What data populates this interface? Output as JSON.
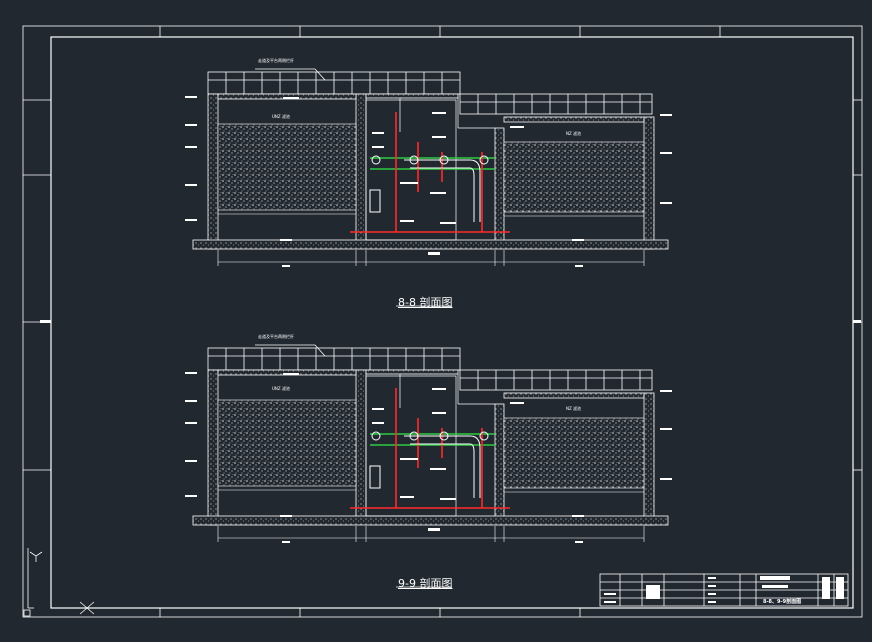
{
  "window": {
    "background": "#212830",
    "line_color": "#ffffff"
  },
  "drawing": {
    "section_top": {
      "title": "8-8 剖面图",
      "railing_note": "走道及平台两侧栏杆",
      "left_pool": "UNZ 滤池",
      "right_pool": "NZ 滤池"
    },
    "section_bottom": {
      "title": "9-9 剖面图",
      "railing_note": "走道及平台两侧栏杆",
      "left_pool": "UNZ 滤池",
      "right_pool": "NZ 滤池"
    }
  },
  "title_block": {
    "sheet_name": "8-8、9-9剖面图"
  },
  "colors": {
    "pipe_red": "#ff2a2a",
    "pipe_green": "#2ecc40",
    "hatch": "#d9d9d9",
    "highlight": "#ffffff"
  },
  "icons": {
    "ucs": "ucs-axis-icon",
    "crosshair": "cursor-crosshair-icon"
  }
}
